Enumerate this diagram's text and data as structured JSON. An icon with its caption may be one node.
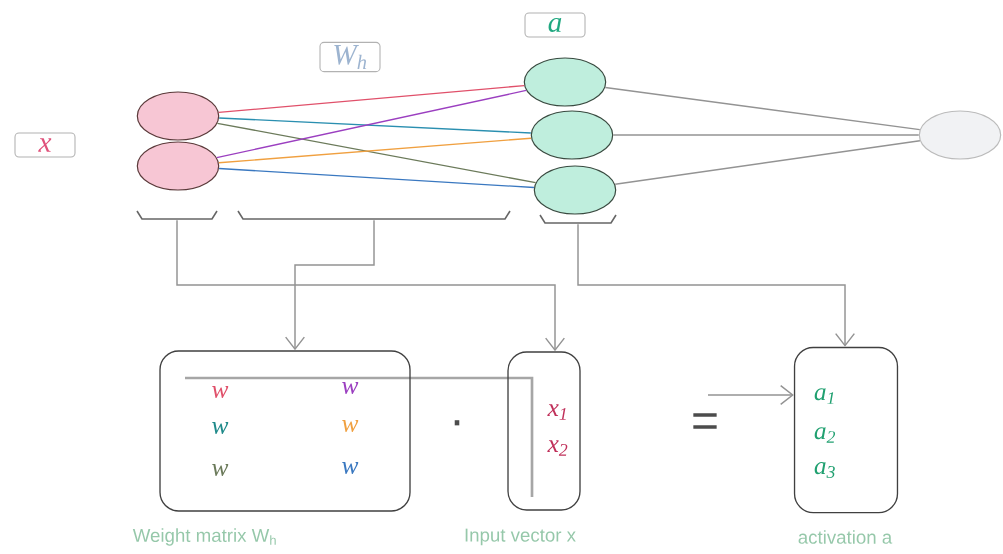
{
  "diagram": {
    "nodes": [
      {
        "text": [
          "x"
        ]
      },
      {
        "text": [
          "W$_{h}$"
        ]
      },
      {
        "text": [
          "a"
        ]
      },
      {
        "text": [],
        "shape": "circle"
      },
      {
        "text": [],
        "shape": "circle"
      },
      {
        "text": [],
        "shape": "circle"
      },
      {
        "text": [],
        "shape": "circle"
      },
      {
        "text": [],
        "shape": "circle"
      },
      {
        "text": [],
        "shape": "circle"
      },
      {
        "text": [
          "w",
          "w",
          "w",
          "w",
          "w",
          "w"
        ],
        "beside": [
          "Weight matrix W$_{h}$"
        ]
      },
      {
        "text": [
          "x$_{1}$",
          "x$_{2}$"
        ],
        "beside": [
          "Input vector x"
        ]
      },
      {
        "text": [
          "a$_{1}$",
          "a$_{2}$",
          "a$_{3}$"
        ],
        "beside": [
          "activation a"
        ]
      },
      {
        "text": [],
        "shape": "bracket"
      },
      {
        "text": [],
        "shape": "bracket"
      },
      {
        "text": [],
        "shape": "bracket"
      }
    ],
    "edges": [
      {
        "from": 3,
        "to": 5,
        "arrow": "none",
        "color": "#e0506a"
      },
      {
        "from": 3,
        "to": 6,
        "arrow": "none",
        "color": "#2a8fb0"
      },
      {
        "from": 3,
        "to": 7,
        "arrow": "none",
        "color": "#6b7a5a"
      },
      {
        "from": 4,
        "to": 5,
        "arrow": "none",
        "color": "#9b3fc0"
      },
      {
        "from": 4,
        "to": 6,
        "arrow": "none",
        "color": "#f0a040"
      },
      {
        "from": 4,
        "to": 7,
        "arrow": "none",
        "color": "#3a78c0"
      },
      {
        "from": 5,
        "to": 8,
        "arrow": "none"
      },
      {
        "from": 6,
        "to": 8,
        "arrow": "none"
      },
      {
        "from": 7,
        "to": 8,
        "arrow": "none"
      },
      {
        "from": 13,
        "to": 9,
        "arrow": "to"
      },
      {
        "from": 12,
        "to": 10,
        "arrow": "to"
      },
      {
        "from": 14,
        "to": 11,
        "arrow": "to"
      },
      {
        "from": null,
        "to": 11,
        "arrow": "to"
      }
    ],
    "labels": [
      "·",
      "="
    ]
  }
}
